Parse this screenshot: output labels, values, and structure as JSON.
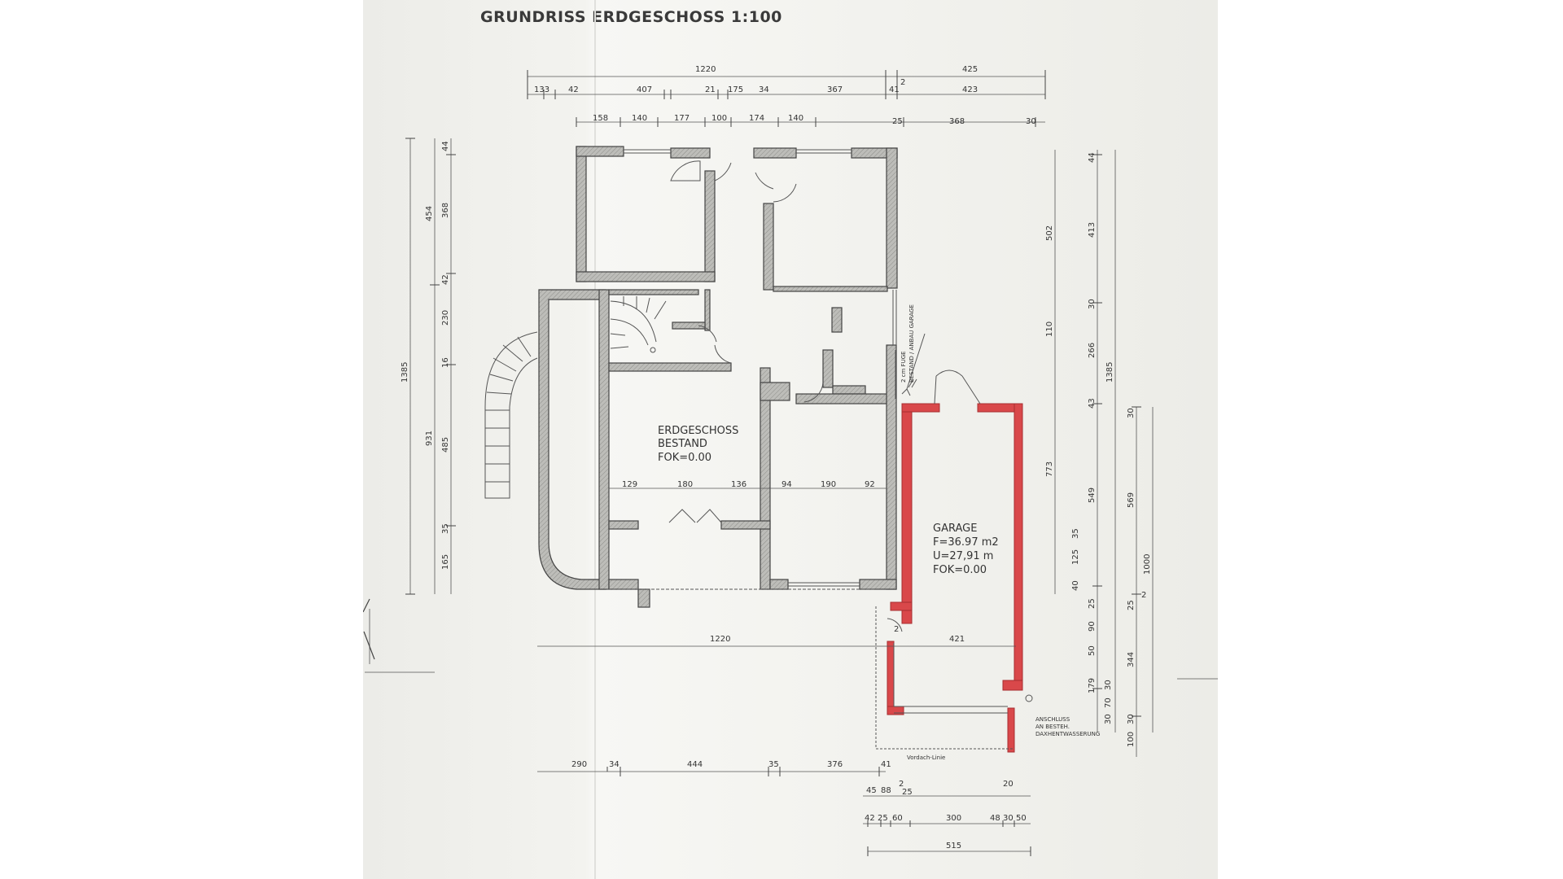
{
  "title": "GRUNDRISS ERDGESCHOSS 1:100",
  "rooms": {
    "bestand": [
      "ERDGESCHOSS",
      "BESTAND",
      "FOK=0.00"
    ],
    "garage": [
      "GARAGE",
      "F=36.97 m2",
      "U=27,91 m",
      "FOK=0.00"
    ]
  },
  "notes": {
    "fuge": [
      "2 cm FUGE",
      "BESTAND / ANBAU GARAGE"
    ],
    "anschluss": [
      "ANSCHLUSS",
      "AN BESTEH.",
      "DAXHENTWASSERUNG"
    ],
    "vordach": "Vordach-Linie"
  },
  "dimensions": {
    "top1": [
      "1220",
      "425"
    ],
    "top2": [
      "133",
      "42",
      "407",
      "21",
      "175",
      "34",
      "367",
      "41",
      "2",
      "423"
    ],
    "top3": [
      "158",
      "140",
      "177",
      "100",
      "174",
      "140",
      "25",
      "368",
      "30"
    ],
    "left_outer": [
      "1385"
    ],
    "left_mid": [
      "454",
      "931"
    ],
    "left_inner": [
      "44",
      "368",
      "42",
      "230",
      "16",
      "485",
      "35",
      "165"
    ],
    "right_outer": [
      "502",
      "773"
    ],
    "right_mid": [
      "44",
      "413",
      "30",
      "110",
      "266",
      "43",
      "549",
      "125",
      "35",
      "40",
      "25",
      "90",
      "50",
      "179",
      "30",
      "70",
      "30"
    ],
    "right_far": [
      "1385"
    ],
    "right_garage": [
      "30",
      "569",
      "2",
      "25",
      "344",
      "30",
      "100",
      "1000"
    ],
    "interior": [
      "129",
      "180",
      "136",
      "94",
      "190",
      "92"
    ],
    "mid_row": [
      "1220",
      "2",
      "421"
    ],
    "bottom1": [
      "290",
      "34",
      "444",
      "35",
      "376",
      "41"
    ],
    "bottom2": [
      "45",
      "88",
      "2",
      "25",
      "20"
    ],
    "bottom3": [
      "42",
      "25",
      "60",
      "300",
      "48",
      "30",
      "50"
    ],
    "bottom4": [
      "515"
    ]
  },
  "colors": {
    "wall_fill": "#b9b9b6",
    "wall_stroke": "#444444",
    "new_wall": "#d9484a",
    "line": "#555555"
  }
}
